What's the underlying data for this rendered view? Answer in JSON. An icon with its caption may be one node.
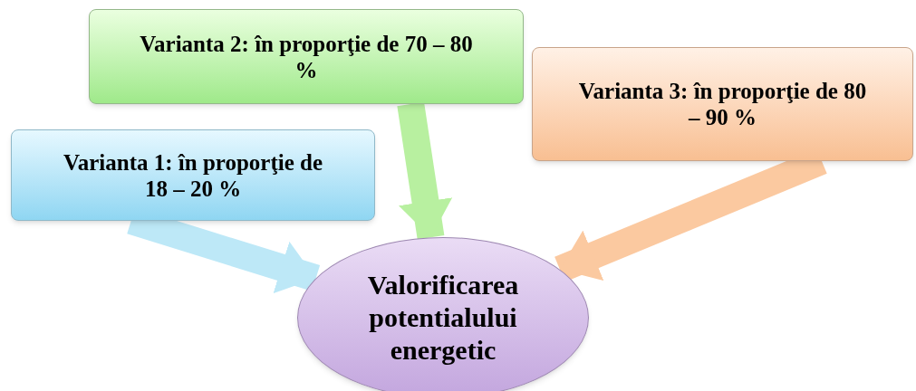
{
  "diagram": {
    "nodes": [
      {
        "text": [
          "Varianta 1: în proporţie de 18 – 20 %"
        ]
      },
      {
        "text": [
          "Varianta 2: în proporţie de 70 – 80 %"
        ]
      },
      {
        "text": [
          "Varianta 3: în proporţie de 80 – 90 %"
        ]
      },
      {
        "text": [
          "Valorificarea potentialului energetic"
        ]
      }
    ],
    "edges": [
      {
        "from": 0,
        "to": 3,
        "arrow": "to",
        "color": "#bde8f7"
      },
      {
        "from": 1,
        "to": 3,
        "arrow": "to",
        "color": "#b8f0a0"
      },
      {
        "from": 2,
        "to": 3,
        "arrow": "to",
        "color": "#fbc9a0"
      }
    ]
  }
}
